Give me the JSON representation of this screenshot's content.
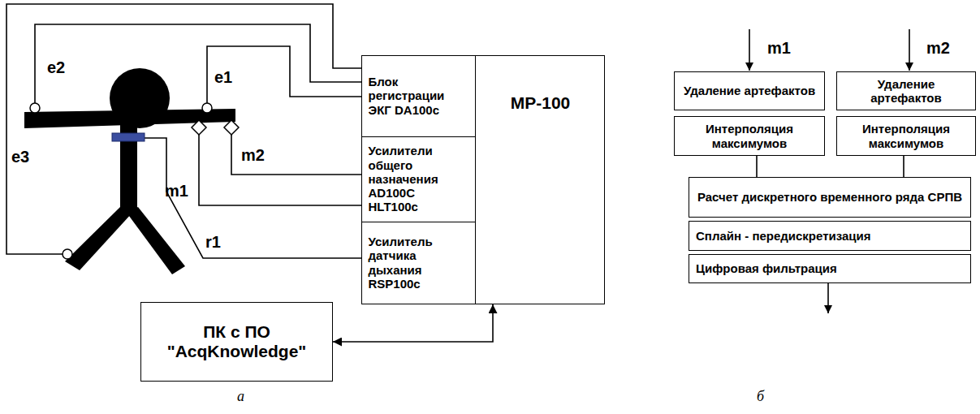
{
  "diagram": {
    "nodes": [
      {
        "text": [
          "MP-100"
        ]
      },
      {
        "text": [
          "Блок регистрации ЭКГ DA100c"
        ],
        "in": 0
      },
      {
        "text": [
          "Усилители общего назначения AD100C HLT100c"
        ],
        "in": 0
      },
      {
        "text": [
          "Усилитель датчика дыхания RSP100c"
        ],
        "in": 0
      },
      {
        "text": [
          "ПК с ПО \"AcqKnowledge\""
        ]
      },
      {
        "text": [
          "Удаление артефактов"
        ]
      },
      {
        "text": [
          "Удаление артефактов"
        ]
      },
      {
        "text": [
          "Интерполяция максимумов"
        ]
      },
      {
        "text": [
          "Интерполяция максимумов"
        ]
      },
      {
        "text": [
          "Расчет дискретного временного ряда СРПВ"
        ]
      },
      {
        "text": [
          "Сплайн - передискретизация"
        ]
      },
      {
        "text": [
          "Цифровая фильтрация"
        ]
      }
    ],
    "edges": [
      {
        "from": 4,
        "to": 0,
        "arrow": "both"
      },
      {
        "from": 7,
        "to": 9,
        "arrow": "none"
      },
      {
        "from": 8,
        "to": 9,
        "arrow": "none"
      }
    ],
    "labels": [
      "e2",
      "e1",
      "e3",
      "m2",
      "m1",
      "r1",
      "m1",
      "m2",
      "а",
      "б"
    ]
  }
}
